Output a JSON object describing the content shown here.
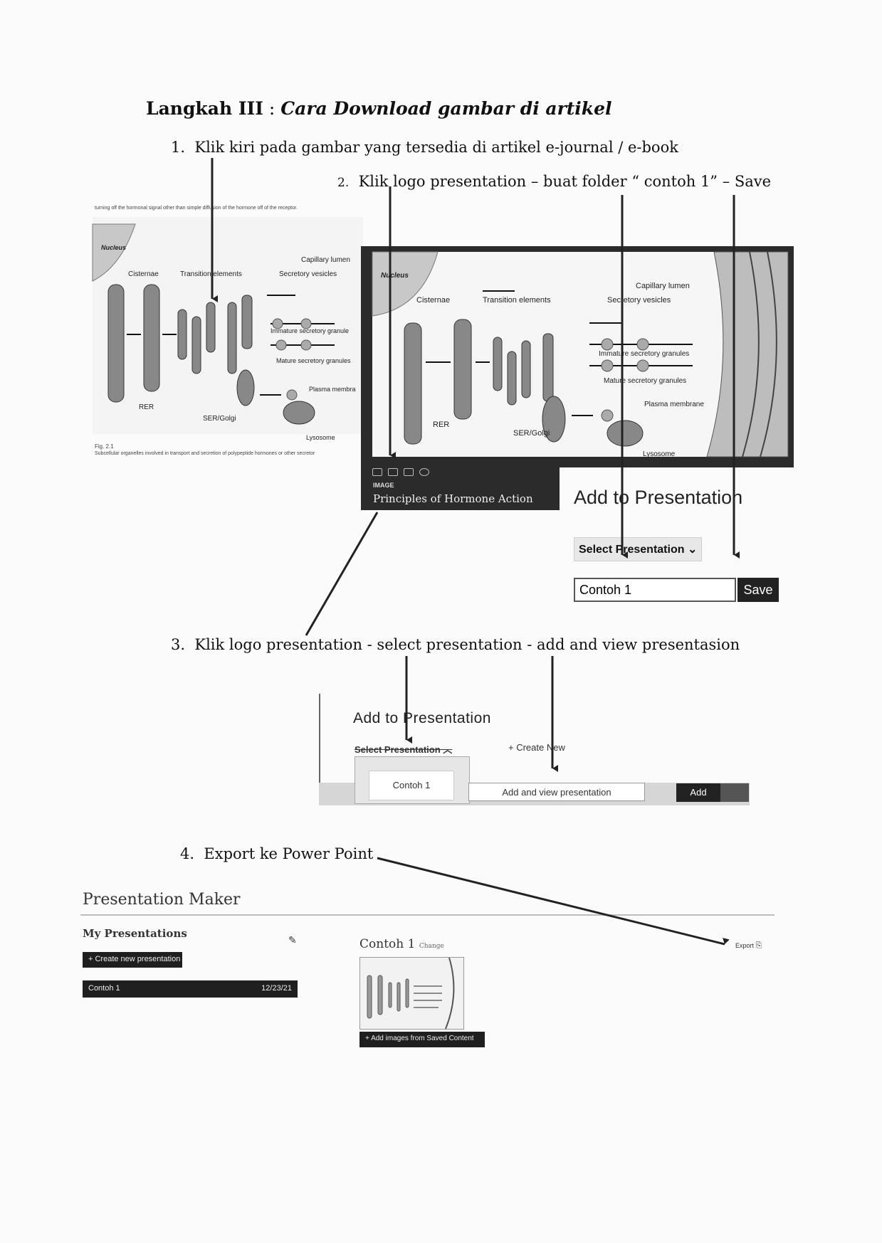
{
  "heading": {
    "bold": "Langkah III",
    "colon": " : ",
    "italic": "Cara Download gambar di artikel"
  },
  "steps": [
    {
      "num": "1.",
      "text": "Klik kiri pada gambar yang tersedia di artikel e-journal / e-book"
    },
    {
      "num": "2.",
      "text": "Klik logo presentation – buat folder “ contoh 1” –  Save"
    },
    {
      "num": "3.",
      "text": "Klik logo presentation - select presentation  -  add and view presentasion"
    },
    {
      "num": "4.",
      "text": "Export ke Power Point"
    }
  ],
  "article": {
    "top_text": "turning off the hormonal signal other than simple diffusion of the hormone off of the receptor.",
    "fig_label": "Fig. 2.1",
    "caption": "Subcellular organelles involved in transport and secretion of polypeptide hormones or other secretor"
  },
  "diagram_left": {
    "labels": {
      "nucleus": "Nucleus",
      "cisternae": "Cisternae",
      "transition": "Transition elements",
      "capillary": "Capillary lumen",
      "secretory": "Secretory vesicles",
      "immature": "Immature secretory granule",
      "mature": "Mature secretory granules",
      "plasma": "Plasma membra",
      "rer": "RER",
      "ser": "SER/Golgi",
      "lysosome": "Lysosome"
    }
  },
  "diagram_right": {
    "labels": {
      "nucleus": "Nucleus",
      "cisternae": "Cisternae",
      "transition": "Transition elements",
      "capillary": "Capillary lumen",
      "secretory": "Secretory vesicles",
      "immature": "Immature secretory granules",
      "mature": "Mature secretory granules",
      "plasma": "Plasma membrane",
      "rer": "RER",
      "ser": "SER/Golgi",
      "lysosome": "Lysosome"
    }
  },
  "viewer": {
    "image_tag": "IMAGE",
    "caption": "Principles of Hormone Action"
  },
  "add_panel_1": {
    "title": "Add to Presentation",
    "select_label": "Select Presentation",
    "input_value": "Contoh 1",
    "save_label": "Save"
  },
  "add_panel_2": {
    "title": "Add to Presentation",
    "select_label": "Select Presentation",
    "create_new": "+ Create New",
    "item": "Contoh 1",
    "view_button": "Add and view presentation",
    "add_button": "Add"
  },
  "presentation_maker": {
    "title": "Presentation Maker",
    "my_presentations": "My Presentations",
    "create_button": "+ Create new presentation",
    "row_name": "Contoh 1",
    "row_date": "12/23/21",
    "current_title": "Contoh 1",
    "change_label": "Change",
    "export_label": "Export",
    "add_images_button": "+ Add images from Saved Content"
  }
}
